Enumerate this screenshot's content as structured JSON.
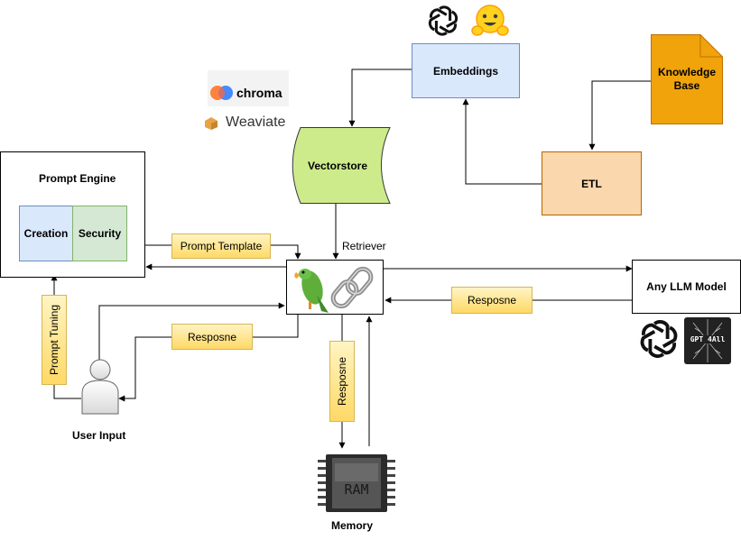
{
  "nodes": {
    "embeddings": "Embeddings",
    "knowledge_base": "Knowledge Base",
    "etl": "ETL",
    "vectorstore": "Vectorstore",
    "prompt_engine": "Prompt Engine",
    "creation": "Creation",
    "security": "Security",
    "llm_model": "Any LLM Model",
    "user_input": "User Input",
    "memory": "Memory",
    "ram_chip_text": "RAM",
    "gpt4all_text": "GPT 4All"
  },
  "labels": {
    "retriever": "Retriever",
    "prompt_template": "Prompt Template",
    "response_llm": "Resposne",
    "response_user": "Resposne",
    "response_memory": "Resposne",
    "prompt_tuning": "Prompt Tuning"
  },
  "logos": {
    "chroma": "chroma",
    "weaviate": "Weaviate"
  },
  "colors": {
    "embeddings_fill": "#dae8fc",
    "embeddings_stroke": "#6c8ebf",
    "knowledge_fill": "#f0a30a",
    "etl_fill": "#fad7ac",
    "etl_stroke": "#b46504",
    "vectorstore_fill": "#cdeb8b",
    "creation_fill": "#dae8fc",
    "security_fill": "#d5e8d4",
    "label_fill": "#ffe599"
  }
}
